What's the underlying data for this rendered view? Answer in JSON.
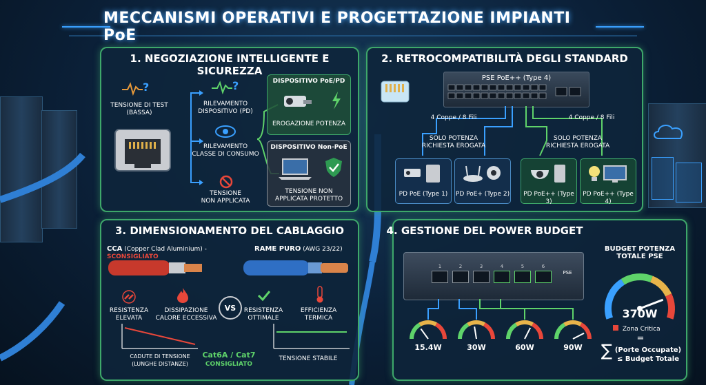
{
  "title": "MECCANISMI OPERATIVI E PROGETTAZIONE IMPIANTI PoE",
  "colors": {
    "accent_green": "#3ea86a",
    "accent_blue": "#3aa0ff",
    "warning_red": "#e8473a",
    "ok_green": "#5fd36a",
    "copper": "#d9844a"
  },
  "panel1": {
    "title": "1. NEGOZIAZIONE INTELLIGENTE E SICUREZZA",
    "test_voltage": "TENSIONE DI TEST\n(BASSA)",
    "detect_device": "RILEVAMENTO\nDISPOSITIVO (PD)",
    "detect_class": "RILEVAMENTO\nCLASSE DI CONSUMO",
    "no_voltage": "TENSIONE\nNON APPLICATA",
    "poe_box_title": "DISPOSITIVO PoE/PD",
    "poe_box_label": "EROGAZIONE POTENZA",
    "nonpoe_box_title": "DISPOSITIVO Non-PoE",
    "nonpoe_box_label": "TENSIONE NON\nAPPLICATA PROTETTO",
    "icons": [
      "pulse-question-icon",
      "rj45-port-icon",
      "eye-icon",
      "no-entry-icon",
      "camera-icon",
      "lightning-icon",
      "laptop-icon",
      "shield-check-icon"
    ]
  },
  "panel2": {
    "title": "2. RETROCOMPATIBILITÀ DEGLI STANDARD",
    "switch_label": "PSE PoE++ (Type 4)",
    "pairs_left": "4 Coppe / 8 Fili",
    "pairs_right": "4 Coppe / 8 Fili",
    "power_left": "SOLO POTENZA\nRICHIESTA EROGATA",
    "power_right": "SOLO POTENZA\nRICHIESTA EROGATA",
    "devices": [
      {
        "label": "PD PoE (Type 1)",
        "icon": "camera-phone-icon"
      },
      {
        "label": "PD PoE+ (Type 2)",
        "icon": "access-point-icon"
      },
      {
        "label": "PD PoE++ (Type 3)",
        "icon": "dome-camera-icon"
      },
      {
        "label": "PD PoE++ (Type 4)",
        "icon": "lamp-monitor-icon"
      }
    ]
  },
  "panel3": {
    "title": "3. DIMENSIONAMENTO DEL CABLAGGIO",
    "cca_label": "CCA",
    "cca_desc": "(Copper Clad Aluminium) -",
    "cca_warn": "SCONSIGLIATO",
    "copper_label": "RAME PURO",
    "copper_desc": "(AWG 23/22)",
    "cca_points": [
      "RESISTENZA\nELEVATA",
      "DISSIPAZIONE\nCALORE ECCESSIVA"
    ],
    "copper_points": [
      "RESISTENZA\nOTTIMALE",
      "EFFICIENZA\nTERMICA"
    ],
    "vs": "VS",
    "cca_drop": "CADUTE DI TENSIONE\n(LUNGHE DISTANZE)",
    "cable_reco": "Cat6A / Cat7",
    "cable_reco_sub": "CONSIGLIATO",
    "copper_stable": "TENSIONE STABILE"
  },
  "panel4": {
    "title": "4. GESTIONE DEL POWER BUDGET",
    "budget_title": "BUDGET POTENZA\nTOTALE PSE",
    "budget_value": "370W",
    "critical": "Zona Critica",
    "equals": "=",
    "sigma": "∑",
    "formula": "(Porte Occupate)\n≤ Budget Totale",
    "port_numbers": [
      "1",
      "2",
      "3",
      "4",
      "5",
      "6"
    ],
    "sfp_label": "PSE",
    "ports": [
      {
        "label": "15.4W",
        "fill": 0.3
      },
      {
        "label": "30W",
        "fill": 0.45
      },
      {
        "label": "60W",
        "fill": 0.65
      },
      {
        "label": "90W",
        "fill": 0.85
      }
    ],
    "budget_fill": 0.82
  }
}
